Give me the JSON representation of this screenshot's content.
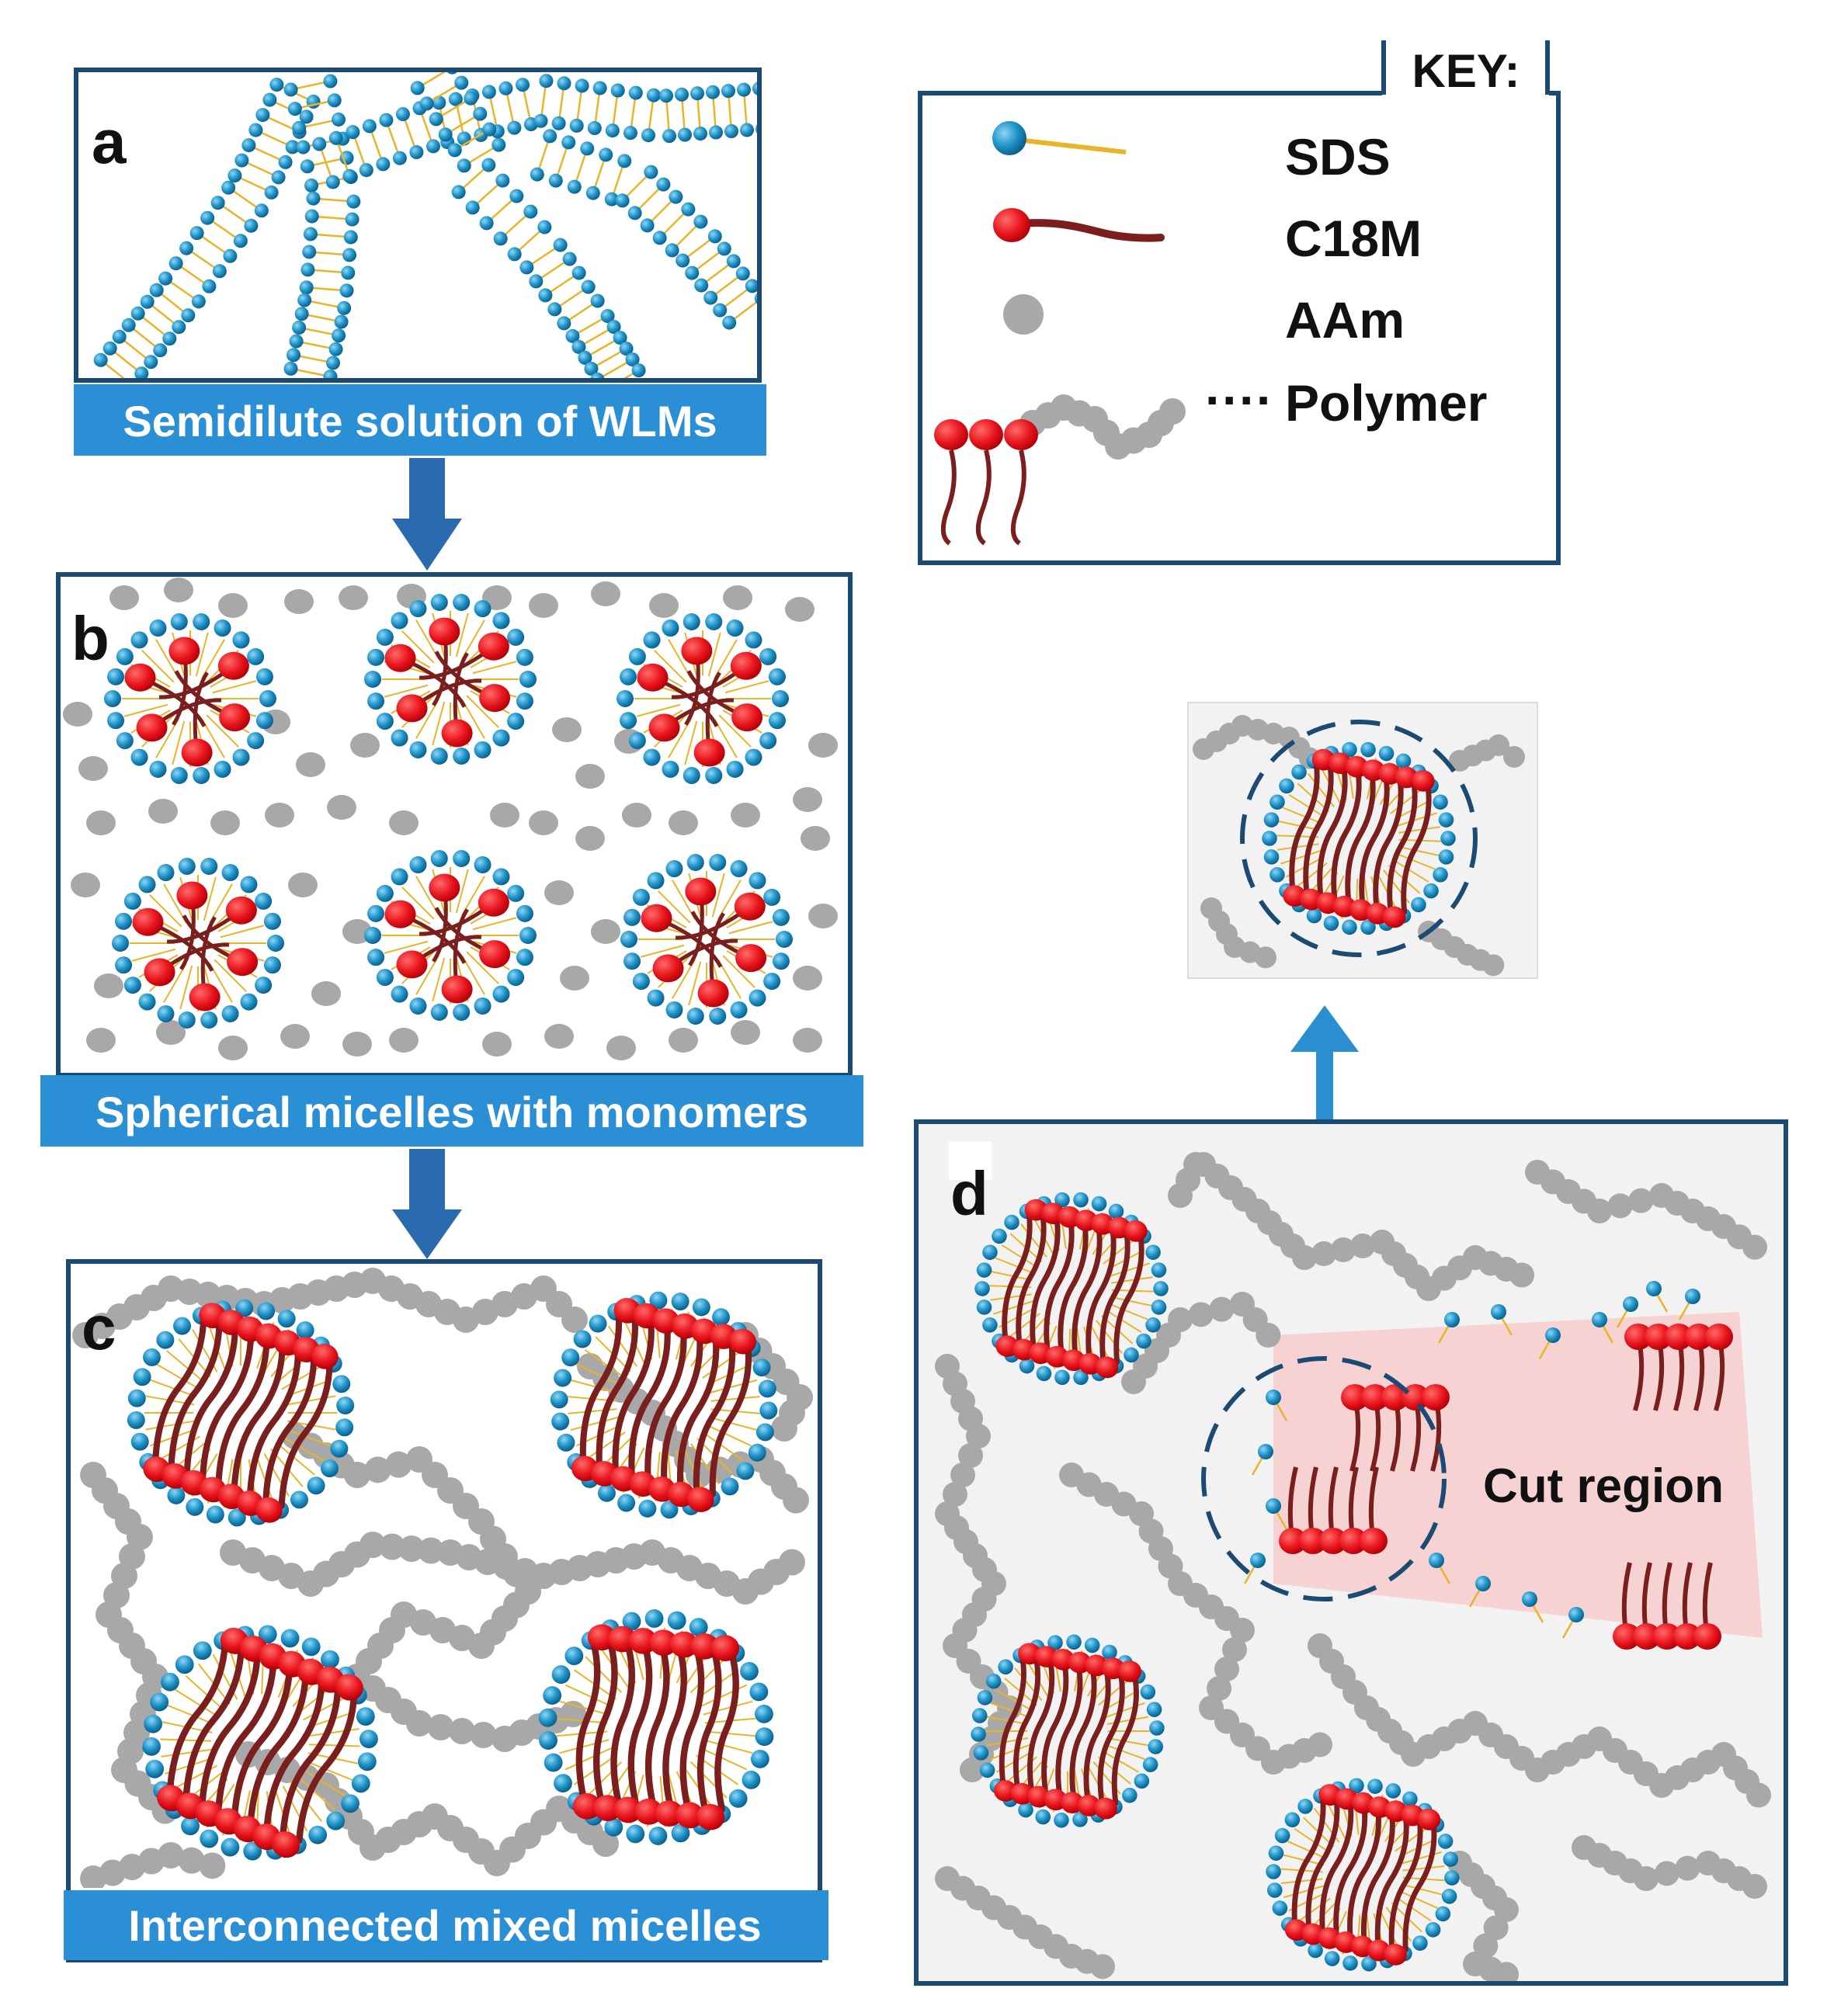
{
  "panels": {
    "a": {
      "letter": "a",
      "caption": "Semidilute solution of WLMs"
    },
    "b": {
      "letter": "b",
      "caption": "Spherical micelles with monomers"
    },
    "c": {
      "letter": "c",
      "caption": "Interconnected mixed micelles"
    },
    "d": {
      "letter": "d",
      "annotation": "Cut region"
    }
  },
  "key": {
    "title": "KEY:",
    "items": [
      {
        "label": "SDS"
      },
      {
        "label": "C18M"
      },
      {
        "label": "AAm"
      },
      {
        "label": "Polymer",
        "leader": "····"
      }
    ]
  },
  "colors": {
    "frame": "#1b4a73",
    "caption_bg": "#2b8fd6",
    "caption_text": "#ffffff",
    "arrow": "#2a6bb0",
    "double_arrow": "#2a8fd0",
    "sds_head": "#1e93c8",
    "sds_tail": "#e8b52a",
    "c18m_head": "#e8141c",
    "c18m_tail": "#7a1e1e",
    "aam": "#a8a8a8",
    "cut_region": "#f6d2d2",
    "panel_d_bg": "#f2f2f2"
  },
  "icons": {
    "arrow_down": "arrow-down-icon",
    "double_arrow": "double-arrow-icon"
  }
}
